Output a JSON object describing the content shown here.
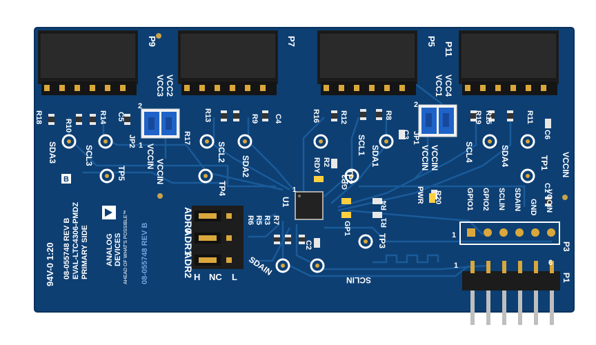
{
  "board": {
    "colors": {
      "pcb": "#0d3f73",
      "pcb_edge": "#09325c",
      "trace": "#1a5b99",
      "silkscreen": "#ffffff",
      "header": "#1c1c1c",
      "gold": "#d9a73c",
      "jumper_blue": "#1f63c9",
      "via": "#c9a24a"
    },
    "connectors": [
      {
        "ref": "P9"
      },
      {
        "ref": "P7"
      },
      {
        "ref": "P5"
      },
      {
        "ref": "P11"
      }
    ],
    "logo": {
      "line1": "ANALOG",
      "line2": "DEVICES",
      "tagline": "AHEAD OF WHAT'S POSSIBLE™"
    },
    "labels": {
      "board_rev": "08-055748 REV B",
      "board_rev_blue": "08-055748 REV B",
      "board_name": "EVAL-LTC4306-PMDZ",
      "side": "PRIMARY SIDE",
      "flammability": "94V-0 1:20",
      "rev_letter": "B",
      "vcc_top_left": [
        "VCC3",
        "VCC2"
      ],
      "vcc_top_right": [
        "VCC1",
        "VCC4"
      ],
      "jp_left": "JP2",
      "jp_right": "JP1",
      "vccin_a": "VCCIN",
      "vccin_b": "VCCIN",
      "vccin_c": "VCCIN",
      "vccin_d": "VCCIN",
      "vccin_e": "VCCIN",
      "sda3": "SDA3",
      "scl3": "SCL3",
      "tp5": "TP5",
      "tp4": "TP4",
      "scl2": "SCL2",
      "sda2": "SDA2",
      "sda1": "SDA1",
      "scl1": "SCL1",
      "tp2": "TP2",
      "rdy": "RDY",
      "scl4": "SCL4",
      "sda4": "SDA4",
      "tp1": "TP1",
      "pwr": "PWR",
      "gp2": "GP2",
      "gp1": "GP1",
      "u1": "U1",
      "tp3": "TP3",
      "sdain": "SDAIN",
      "sclin": "SCLIN",
      "adr0": "ADR0",
      "adr1": "ADR1",
      "adr2": "ADR2",
      "h": "H",
      "nc": "NC",
      "l": "L",
      "p3": "P3",
      "p1": "P1",
      "one_a": "1",
      "one_b": "1",
      "six": "6",
      "two_a": "2",
      "two_b": "2",
      "one_c": "1",
      "one_d": "1",
      "p3_pins": [
        "GPIO1",
        "GPIO2",
        "SCLIN",
        "SDAIN",
        "GND",
        "VCCIN"
      ],
      "resistors": [
        "R18",
        "R10",
        "R14",
        "R13",
        "R9",
        "R16",
        "R12",
        "R8",
        "R19",
        "R15",
        "R11",
        "R17",
        "R2",
        "R20",
        "R4",
        "R1",
        "R6",
        "R5",
        "R3",
        "R7"
      ],
      "caps": [
        "C5",
        "C4",
        "C3",
        "C6",
        "C1",
        "C2"
      ]
    }
  }
}
